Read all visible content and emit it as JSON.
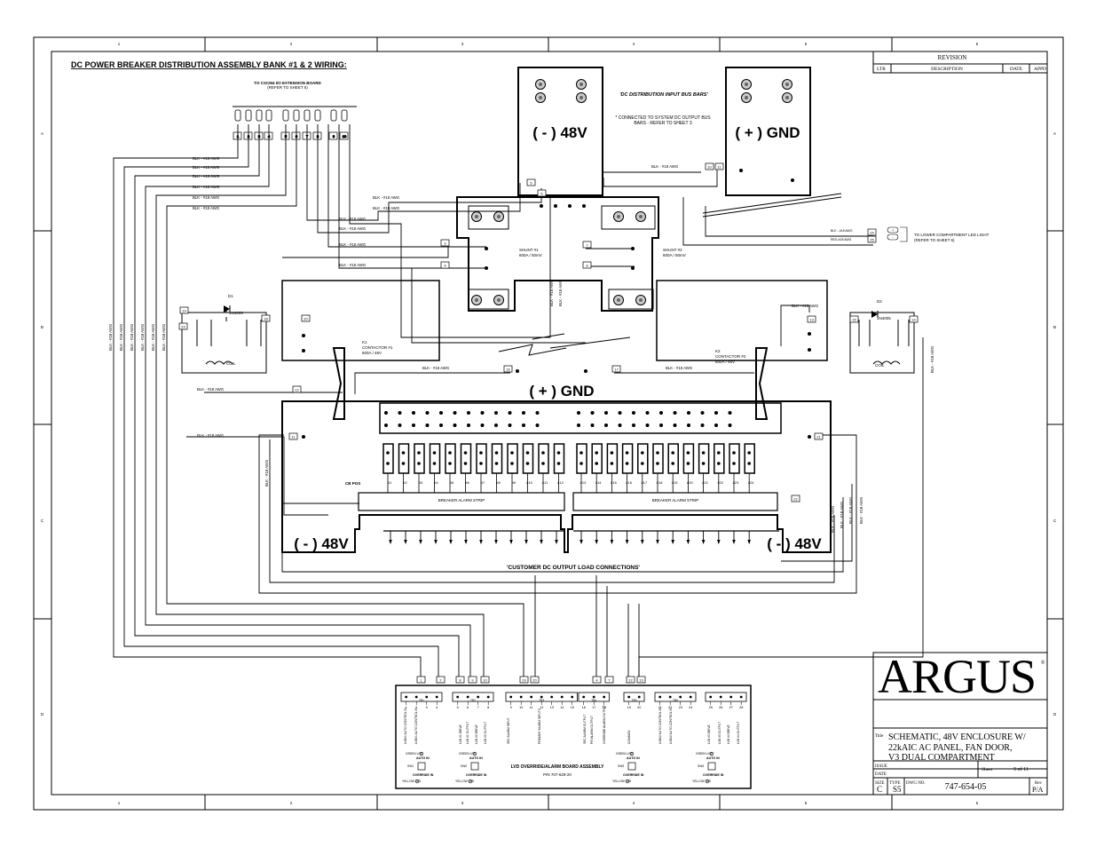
{
  "frame": {
    "zone_numbers": [
      "1",
      "2",
      "3",
      "4",
      "5",
      "6"
    ],
    "zone_letters": [
      "A",
      "B",
      "C",
      "D"
    ]
  },
  "title": "DC POWER BREAKER DISTRIBUTION ASSEMBLY BANK #1 & 2 WIRING:",
  "cxcm": {
    "title": "TO CXCM4 I/O EXTENSION BOARD",
    "subtitle": "(REFER TO SHEET 5)",
    "pins": [
      "1",
      "2",
      "3",
      "4",
      "5",
      "6",
      "7",
      "8",
      "9",
      "10"
    ]
  },
  "bus_bars": {
    "label": "'DC DISTRIBUTION INPUT BUS BARS'",
    "note1": "* CONNECTED TO SYSTEM DC OUTPUT BUS",
    "note2": "BARS - REFER TO SHEET 3",
    "neg_label": "( - ) 48V",
    "gnd_label": "( + ) GND"
  },
  "shunts": {
    "s1_name": "SHUNT #1",
    "s1_rating": "600A / 50mV",
    "s2_name": "SHUNT #2",
    "s2_rating": "600A / 50mV"
  },
  "contactors": {
    "k1_name": "K1",
    "k1_l1": "CONTACTOR #1",
    "k1_l2": "600A / 48V",
    "k2_name": "K2",
    "k2_l1": "CONTACTOR #2",
    "k2_l2": "600A / 48V"
  },
  "diodes": {
    "d1": "D1",
    "d2": "D2",
    "part": "1N4005",
    "coil": "COIL"
  },
  "wires": {
    "blk18": "BLK - #18 AWG",
    "red18": "RED-#18 AWG"
  },
  "terminals": [
    "1",
    "2",
    "3",
    "4",
    "5",
    "6",
    "7",
    "8",
    "9",
    "10",
    "11",
    "12",
    "13",
    "14",
    "15",
    "16",
    "17",
    "18",
    "19",
    "20",
    "21",
    "22",
    "23",
    "24",
    "25",
    "26",
    "27"
  ],
  "led": {
    "line1": "TO LOWER COMPARTMENT LED LIGHT",
    "line2": "(REFER TO SHEET 6)",
    "pos": "+",
    "neg": "-"
  },
  "breakers": {
    "cb_pos": "CB POS",
    "left": [
      "#1",
      "#2",
      "#3",
      "#4",
      "#5",
      "#6",
      "#7",
      "#8",
      "#9",
      "#10",
      "#11",
      "#12"
    ],
    "right": [
      "#13",
      "#14",
      "#15",
      "#16",
      "#17",
      "#18",
      "#19",
      "#20",
      "#21",
      "#22",
      "#23",
      "#24"
    ],
    "alarm_strip": "BREAKER ALARM STRIP"
  },
  "load": {
    "neg_label": "( - ) 48V",
    "gnd_label": "( + ) GND",
    "customer": "'CUSTOMER DC OUTPUT LOAD CONNECTIONS'"
  },
  "board": {
    "title": "LVD OVERRIDE/ALARM BOARD ASSEMBLY",
    "pn": "P/N 707-629-20",
    "tb_names": [
      "TB1",
      "TB2",
      "TB3",
      "TB4",
      "TB5",
      "TB6"
    ],
    "tb_pins": [
      [
        "1",
        "2",
        "3",
        "4"
      ],
      [
        "5",
        "6",
        "7",
        "8"
      ],
      [
        "9",
        "10",
        "11",
        "12",
        "13",
        "14",
        "15"
      ],
      [
        "16",
        "17",
        "18"
      ],
      [
        "19",
        "20"
      ],
      [
        "21",
        "22",
        "23",
        "24"
      ],
      [
        "25",
        "26",
        "27",
        "28"
      ]
    ],
    "green_led": "GREEN LED",
    "yellow_led": "YELLOW LED",
    "auto_in": "AUTO IN",
    "override_in": "OVERRIDE IN",
    "sw_names": [
      "SW1",
      "SW2",
      "SW3",
      "SW4"
    ],
    "pin_labels": [
      "LVD#1 AUTO CONTROL IN",
      "LVD#1 AUTO CONTROL IN",
      "LVD #1 DRIVE",
      "LVD #1 OUTPUT",
      "LVD #2 DRIVE",
      "LVD #2 OUTPUT",
      "SEC ALARM INPUT",
      "PRIMARY ALARM INPUTS",
      "SEC ALARM OUTPUT",
      "PRI ALARM OUTPUT",
      "OVERRIDE ALARM OUTPUT",
      "COMMON",
      "LVD#2 AUTO CONTROL IN",
      "LVD#2 AUTO CONTROL IN",
      "LVD #3 DRIVE",
      "LVD #3 OUTPUT",
      "LVD #4 DRIVE",
      "LVD #4 OUTPUT"
    ]
  },
  "revision": {
    "title": "REVISION",
    "ltr": "LTR",
    "description": "DESCRIPTION",
    "date": "DATE",
    "appd": "APPD"
  },
  "logo": "ARGUS",
  "title_block": {
    "title_label": "Title",
    "title_lines": [
      "SCHEMATIC, 48V ENCLOSURE W/",
      "22kAIC AC PANEL, FAN DOOR,",
      "V3 DUAL COMPARTMENT"
    ],
    "issue": "ISSUE",
    "date": "DATE",
    "sheet_label": "Sheet",
    "sheet_value": "9  of  11",
    "size_label": "SIZE",
    "size_value": "C",
    "type_label": "TYPE",
    "type_value": "S5",
    "dwg_label": "DWG NO.",
    "dwg_value": "747-654-05",
    "rev_label": "Rev",
    "rev_value": "P/A"
  }
}
